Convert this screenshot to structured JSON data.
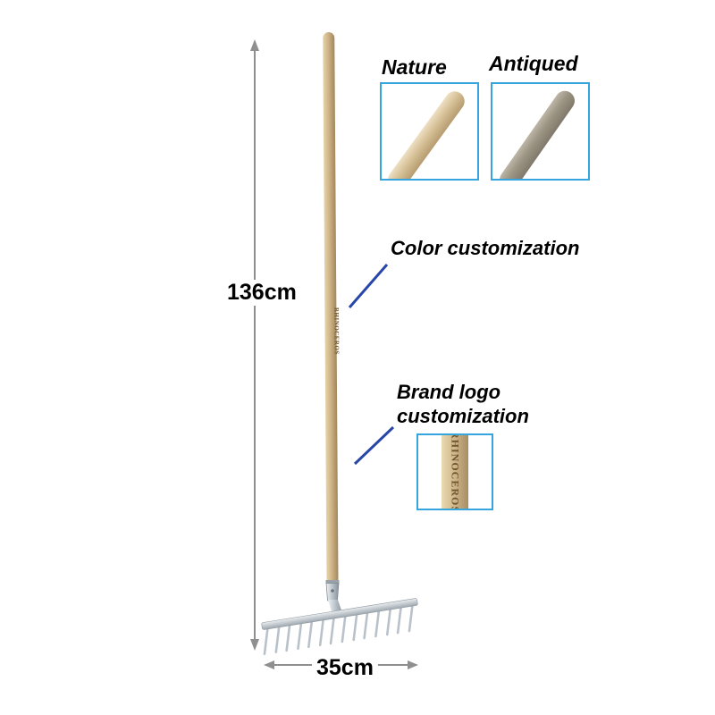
{
  "product": {
    "brand": "RHINOCEROS"
  },
  "dimensions": {
    "height": "136cm",
    "width": "35cm"
  },
  "finishes": [
    {
      "label": "Nature"
    },
    {
      "label": "Antiqued"
    }
  ],
  "callouts": {
    "color": "Color customization",
    "brand_line1": "Brand logo",
    "brand_line2": "customization"
  },
  "colors": {
    "accent_box_blue": "#35a5e0",
    "callout_blue": "#2846a8",
    "arrow_gray": "#8f8f8f",
    "wood_nature": "#d6c096",
    "wood_antiqued": "#9c9482",
    "metal_silver": "#c3cbd2",
    "brand_text_brown": "#6f5530"
  }
}
